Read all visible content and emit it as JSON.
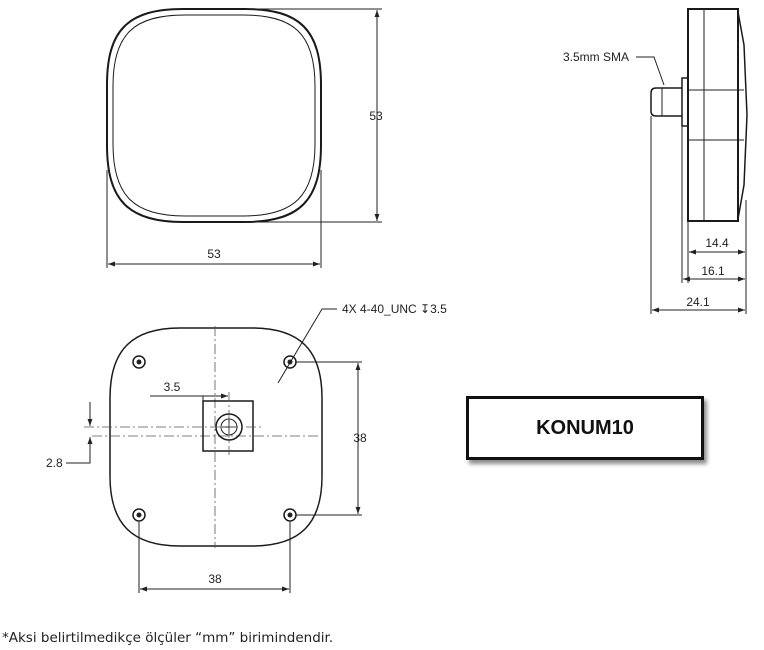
{
  "dimensions": {
    "top_width": "53",
    "top_height": "53",
    "side_depth_1": "14.4",
    "side_depth_2": "16.1",
    "side_depth_3": "24.1",
    "connector_label": "3.5mm SMA",
    "hole_callout": "4X  4-40_UNC ↧3.5",
    "offset_x": "3.5",
    "offset_y": "2.8",
    "hole_spacing_vertical": "38",
    "hole_spacing_horizontal": "38"
  },
  "label_box": {
    "text": "KONUM10"
  },
  "footnote": {
    "text": "*Aksi belirtilmedikçe ölçüler “mm” birimindendir."
  },
  "colors": {
    "line": "#1a1a1a",
    "text": "#222222"
  }
}
